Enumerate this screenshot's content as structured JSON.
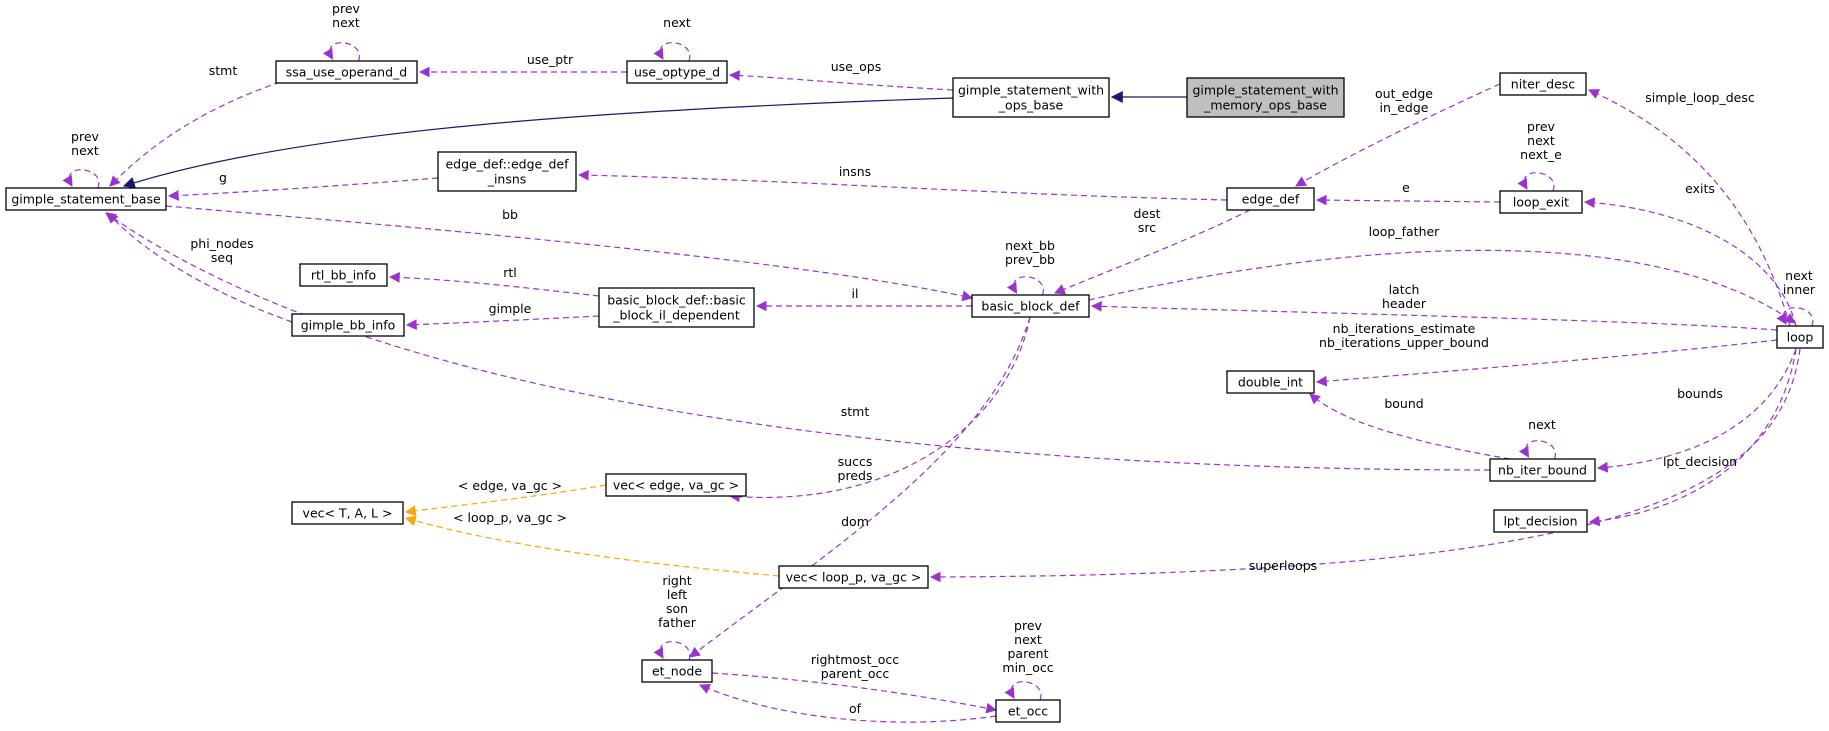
{
  "colors": {
    "usage": "#9a32cd",
    "inherit": "#191970",
    "template": "#ffa500",
    "highlight_fill": "#bfbfbf"
  },
  "nodes": {
    "gimple_statement_with_memory_ops_base": [
      "gimple_statement_with",
      "_memory_ops_base"
    ],
    "gimple_statement_with_ops_base": [
      "gimple_statement_with",
      "_ops_base"
    ],
    "gimple_statement_base": [
      "gimple_statement_base"
    ],
    "ssa_use_operand_d": [
      "ssa_use_operand_d"
    ],
    "use_optype_d": [
      "use_optype_d"
    ],
    "edge_def_insns": [
      "edge_def::edge_def",
      "_insns"
    ],
    "rtl_bb_info": [
      "rtl_bb_info"
    ],
    "gimple_bb_info": [
      "gimple_bb_info"
    ],
    "basic_block_il_dependent": [
      "basic_block_def::basic",
      "_block_il_dependent"
    ],
    "basic_block_def": [
      "basic_block_def"
    ],
    "edge_def": [
      "edge_def"
    ],
    "niter_desc": [
      "niter_desc"
    ],
    "loop_exit": [
      "loop_exit"
    ],
    "loop": [
      "loop"
    ],
    "double_int": [
      "double_int"
    ],
    "nb_iter_bound": [
      "nb_iter_bound"
    ],
    "lpt_decision": [
      "lpt_decision"
    ],
    "vec_edge": [
      "vec< edge, va_gc >"
    ],
    "vec_TAL": [
      "vec< T, A, L >"
    ],
    "vec_loop_p": [
      "vec< loop_p, va_gc >"
    ],
    "et_node": [
      "et_node"
    ],
    "et_occ": [
      "et_occ"
    ]
  },
  "edge_labels": {
    "ssa_self": [
      "prev",
      "next"
    ],
    "use_optype_self": [
      "next"
    ],
    "use_ptr": [
      "use_ptr"
    ],
    "use_ops": [
      "use_ops"
    ],
    "gimple_base_stmt": [
      "stmt"
    ],
    "gimple_base_self": [
      "prev",
      "next"
    ],
    "g": [
      "g"
    ],
    "bb": [
      "bb"
    ],
    "phi_nodes_seq": [
      "phi_nodes",
      "seq"
    ],
    "rtl": [
      "rtl"
    ],
    "gimple": [
      "gimple"
    ],
    "il": [
      "il"
    ],
    "out_in_edge": [
      "out_edge",
      "in_edge"
    ],
    "insns": [
      "insns"
    ],
    "dest_src": [
      "dest",
      "src"
    ],
    "bb_self": [
      "next_bb",
      "prev_bb"
    ],
    "e": [
      "e"
    ],
    "loop_exit_self": [
      "prev",
      "next",
      "next_e"
    ],
    "simple_loop_desc": [
      "simple_loop_desc"
    ],
    "exits": [
      "exits"
    ],
    "loop_self": [
      "next",
      "inner"
    ],
    "loop_father": [
      "loop_father"
    ],
    "latch_header": [
      "latch",
      "header"
    ],
    "nb_iterations": [
      "nb_iterations_estimate",
      "nb_iterations_upper_bound"
    ],
    "bound": [
      "bound"
    ],
    "nb_iter_self": [
      "next"
    ],
    "bounds": [
      "bounds"
    ],
    "loop_stmt": [
      "stmt"
    ],
    "lpt": [
      "lpt_decision"
    ],
    "succs_preds": [
      "succs",
      "preds"
    ],
    "tmpl_edge": [
      "< edge, va_gc >"
    ],
    "tmpl_loop": [
      "< loop_p, va_gc >"
    ],
    "dom": [
      "dom"
    ],
    "superloops": [
      "superloops"
    ],
    "et_node_self": [
      "right",
      "left",
      "son",
      "father"
    ],
    "et_occ_self": [
      "prev",
      "next",
      "parent",
      "min_occ"
    ],
    "rightmost_parent": [
      "rightmost_occ",
      "parent_occ"
    ],
    "of": [
      "of"
    ]
  }
}
